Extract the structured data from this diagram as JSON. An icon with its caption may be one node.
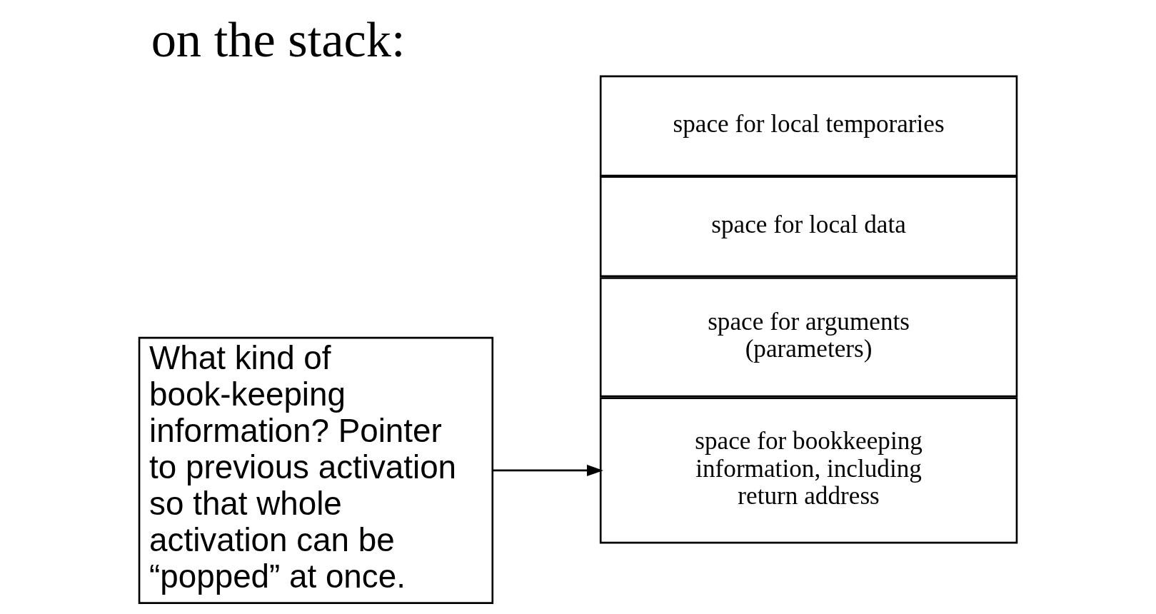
{
  "diagram": {
    "title": "on the stack:",
    "nodes": [
      {
        "text": [
          "space for arguments (parameters)"
        ]
      },
      {
        "text": [
          "space for bookkeeping information, including return address"
        ]
      },
      {
        "text": [
          "space for local data"
        ]
      },
      {
        "text": [
          "space for local temporaries"
        ]
      },
      {
        "text": [
          "What kind of book-keeping information? Pointer to previous activation so that whole activation can be “popped” at once."
        ]
      }
    ],
    "edges": [
      {
        "from": 4,
        "to": 1,
        "arrow": "to"
      }
    ]
  }
}
